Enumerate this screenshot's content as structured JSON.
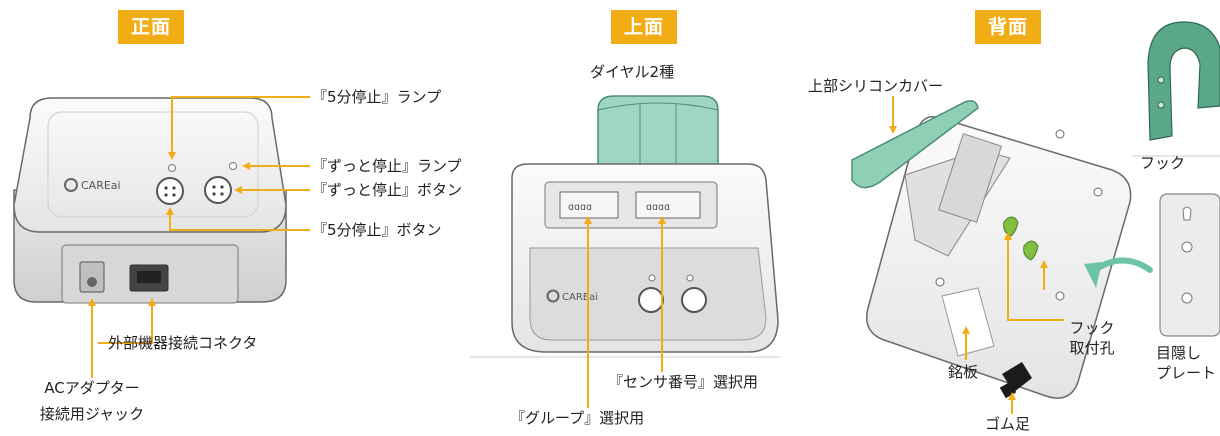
{
  "sections": {
    "front": "正面",
    "top": "上面",
    "back": "背面"
  },
  "brand": {
    "logo_text": "CAREai"
  },
  "front": {
    "lamp_5min": "『5分停止』ランプ",
    "lamp_always": "『ずっと停止』ランプ",
    "button_always": "『ずっと停止』ボタン",
    "button_5min": "『5分停止』ボタン",
    "connector": "外部機器接続コネクタ",
    "ac_jack_line1": "ACアダプター",
    "ac_jack_line2": "接続用ジャック"
  },
  "top": {
    "dial": "ダイヤル2種",
    "sensor_select": "『センサ番号』選択用",
    "group_select": "『グループ』選択用"
  },
  "back": {
    "silicon_cover": "上部シリコンカバー",
    "hook": "フック",
    "hook_holes_line1": "フック",
    "hook_holes_line2": "取付孔",
    "nameplate": "銘板",
    "rubber_foot": "ゴム足",
    "cover_plate_line1": "目隠し",
    "cover_plate_line2": "プレート"
  },
  "colors": {
    "accent": "#f2ac16",
    "silicone_green": "#7cc4a8",
    "hook_green": "#3f8f6e",
    "device_body": "#f2f2f2",
    "outline": "#555555"
  }
}
